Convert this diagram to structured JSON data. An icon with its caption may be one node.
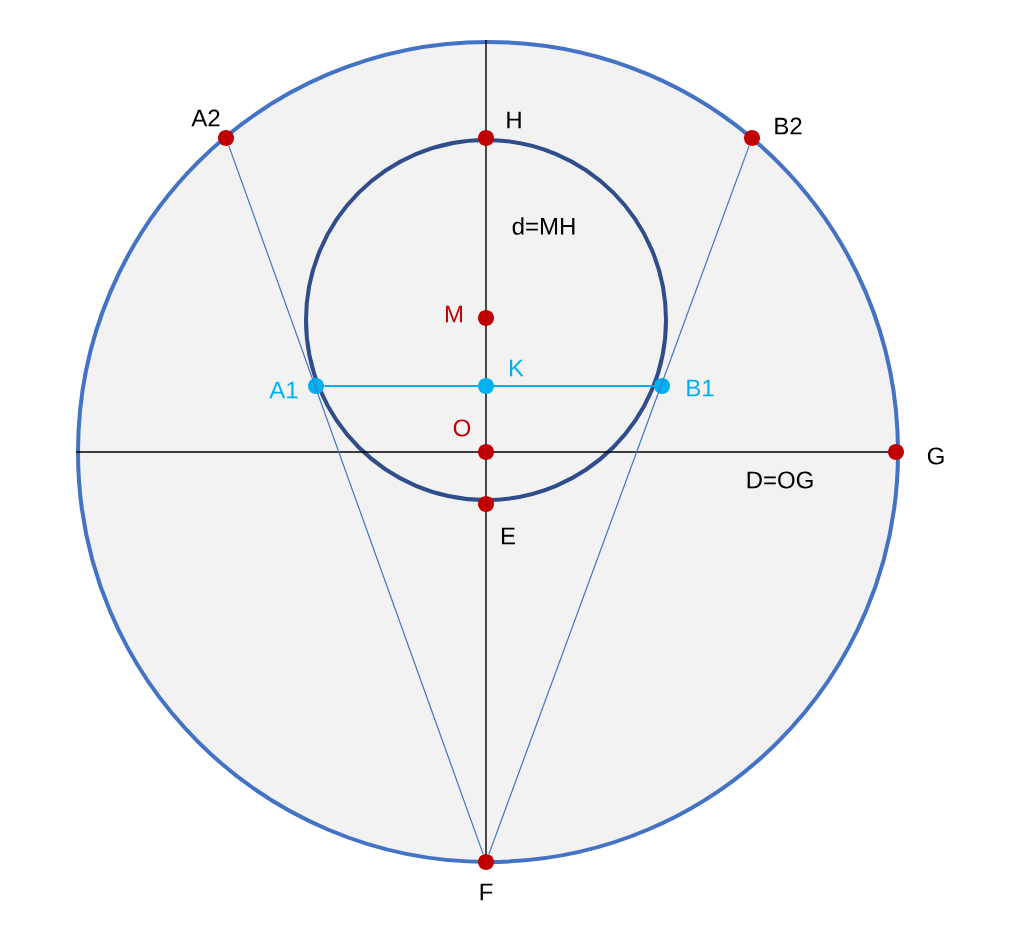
{
  "diagram": {
    "nodes": [
      {
        "text": [
          "A2"
        ]
      },
      {
        "text": [
          "H"
        ]
      },
      {
        "text": [
          "B2"
        ]
      },
      {
        "text": [
          "M"
        ]
      },
      {
        "text": [
          "A1"
        ]
      },
      {
        "text": [
          "K"
        ]
      },
      {
        "text": [
          "B1"
        ]
      },
      {
        "text": [
          "O"
        ]
      },
      {
        "text": [
          "G"
        ]
      },
      {
        "text": [
          "E"
        ]
      },
      {
        "text": [
          "F"
        ]
      }
    ],
    "edges": [
      {
        "from": 0,
        "to": 10,
        "arrow": "none"
      },
      {
        "from": 2,
        "to": 10,
        "arrow": "none"
      },
      {
        "from": 4,
        "to": 6,
        "arrow": "none",
        "color": "#00b0f0"
      }
    ],
    "labels": [
      "d=MH",
      "D=OG"
    ]
  }
}
